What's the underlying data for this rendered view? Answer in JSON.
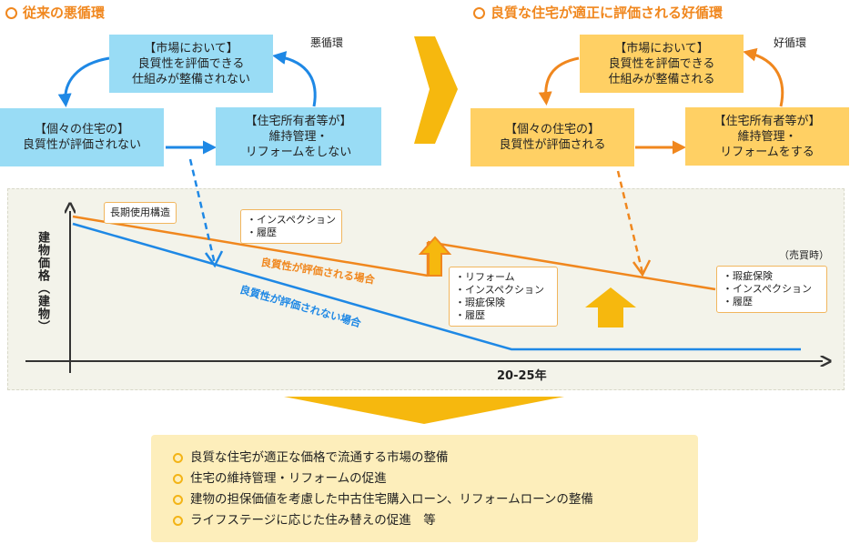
{
  "left_cycle": {
    "title": "従来の悪循環",
    "cycle_label": "悪循環",
    "top_box": [
      "【市場において】",
      "良質性を評価できる",
      "仕組みが整備されない"
    ],
    "left_box": [
      "【個々の住宅の】",
      "良質性が評価されない"
    ],
    "right_box": [
      "【住宅所有者等が】",
      "維持管理・",
      "リフォームをしない"
    ]
  },
  "right_cycle": {
    "title": "良質な住宅が適正に評価される好循環",
    "cycle_label": "好循環",
    "top_box": [
      "【市場において】",
      "良質性を評価できる",
      "仕組みが整備される"
    ],
    "left_box": [
      "【個々の住宅の】",
      "良質性が評価される"
    ],
    "right_box": [
      "【住宅所有者等が】",
      "維持管理・",
      "リフォームをする"
    ]
  },
  "chart": {
    "ylabel": "建物価格（建物）",
    "xlabel": "20-25年",
    "line_good_label": "良質性が評価される場合",
    "line_bad_label": "良質性が評価されない場合",
    "note_long_life": "長期使用構造",
    "note_inspection": [
      "・インスペクション",
      "・履歴"
    ],
    "note_reform": [
      "・リフォーム",
      "・インスペクション",
      "・瑕疵保険",
      "・履歴"
    ],
    "sale_label": "（売買時）",
    "note_sale": [
      "・瑕疵保険",
      "・インスペクション",
      "・履歴"
    ]
  },
  "summary": [
    "良質な住宅が適正な価格で流通する市場の整備",
    "住宅の維持管理・リフォームの促進",
    "建物の担保価値を考慮した中古住宅購入ローン、リフォームローンの整備",
    "ライフステージに応じた住み替えの促進　等"
  ],
  "colors": {
    "blue": "#1e88e5",
    "light_blue_box": "#99dcf5",
    "orange": "#f0871e",
    "yellow_box": "#ffd064",
    "arrow_yellow": "#f6b80e",
    "summary_bg": "#fdeebb"
  }
}
